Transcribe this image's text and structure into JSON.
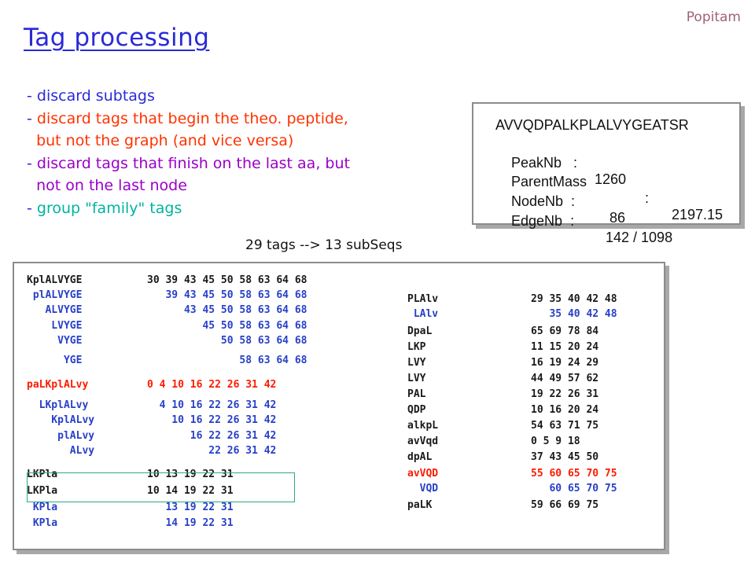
{
  "header": {
    "label": "Popitam"
  },
  "title": "Tag processing",
  "bullets": [
    {
      "dash": "- ",
      "text": "discard subtags",
      "color": "blue"
    },
    {
      "dash": "- ",
      "text": "discard tags that begin the theo. peptide,",
      "color": "red"
    },
    {
      "dash": "",
      "text": "  but not the graph (and vice versa)",
      "color": "red"
    },
    {
      "dash": "- ",
      "text": "discard tags that finish on the last aa, but",
      "color": "purple"
    },
    {
      "dash": "",
      "text": "  not on the last node",
      "color": "purple"
    },
    {
      "dash": "- ",
      "text": "group \"family\" tags",
      "color": "cyan"
    }
  ],
  "info": {
    "peptide": "AVVQDPALKPLALVYGEATSR",
    "peaknb_label": "PeakNb   :",
    "peaknb_value": "1260",
    "parentmass_label": "ParentMass",
    "parentmass_sep": ":",
    "parentmass_value": "2197.15",
    "nodenb_label": "NodeNb  :",
    "nodenb_value": "86",
    "edgenb_label": "EdgeNb  :",
    "edgenb_value": "142 / 1098"
  },
  "summary": "29 tags --> 13 subSeqs",
  "left_table": [
    {
      "seq": "KplALVYGE",
      "nums": "30 39 43 45 50 58 63 64 68",
      "color": "black"
    },
    {
      "seq": " plALVYGE",
      "nums": "   39 43 45 50 58 63 64 68",
      "color": "blue"
    },
    {
      "seq": "   ALVYGE",
      "nums": "      43 45 50 58 63 64 68",
      "color": "blue"
    },
    {
      "seq": "    LVYGE",
      "nums": "         45 50 58 63 64 68",
      "color": "blue"
    },
    {
      "seq": "     VYGE",
      "nums": "            50 58 63 64 68",
      "color": "blue"
    },
    {
      "seq": "      YGE",
      "nums": "               58 63 64 68",
      "color": "blue"
    },
    {
      "seq": "paLKplALvy",
      "nums": "0 4 10 16 22 26 31 42",
      "color": "red"
    },
    {
      "seq": "  LKplALvy",
      "nums": "  4 10 16 22 26 31 42",
      "color": "blue"
    },
    {
      "seq": "    KplALvy",
      "nums": "    10 16 22 26 31 42",
      "color": "blue"
    },
    {
      "seq": "     plALvy",
      "nums": "       16 22 26 31 42",
      "color": "blue"
    },
    {
      "seq": "       ALvy",
      "nums": "          22 26 31 42",
      "color": "blue"
    },
    {
      "seq": "LKPla",
      "nums": "10 13 19 22 31",
      "color": "black"
    },
    {
      "seq": "LKPla",
      "nums": "10 14 19 22 31",
      "color": "black"
    },
    {
      "seq": " KPla",
      "nums": "   13 19 22 31",
      "color": "blue"
    },
    {
      "seq": " KPla",
      "nums": "   14 19 22 31",
      "color": "blue"
    }
  ],
  "right_table": [
    {
      "seq": "PLAlv",
      "nums": "29 35 40 42 48",
      "color": "black"
    },
    {
      "seq": " LAlv",
      "nums": "   35 40 42 48",
      "color": "blue"
    },
    {
      "seq": "DpaL",
      "nums": "65 69 78 84",
      "color": "black"
    },
    {
      "seq": "LKP",
      "nums": "11 15 20 24",
      "color": "black"
    },
    {
      "seq": "LVY",
      "nums": "16 19 24 29",
      "color": "black"
    },
    {
      "seq": "LVY",
      "nums": "44 49 57 62",
      "color": "black"
    },
    {
      "seq": "PAL",
      "nums": "19 22 26 31",
      "color": "black"
    },
    {
      "seq": "QDP",
      "nums": "10 16 20 24",
      "color": "black"
    },
    {
      "seq": "alkpL",
      "nums": "54 63 71 75",
      "color": "black"
    },
    {
      "seq": "avVqd",
      "nums": "0 5 9 18",
      "color": "black"
    },
    {
      "seq": "dpAL",
      "nums": "37 43 45 50",
      "color": "black"
    },
    {
      "seq": "avVQD",
      "nums": "55 60 65 70 75",
      "color": "red"
    },
    {
      "seq": "  VQD",
      "nums": "   60 65 70 75",
      "color": "blue"
    },
    {
      "seq": "paLK",
      "nums": "59 66 69 75",
      "color": "black"
    }
  ]
}
